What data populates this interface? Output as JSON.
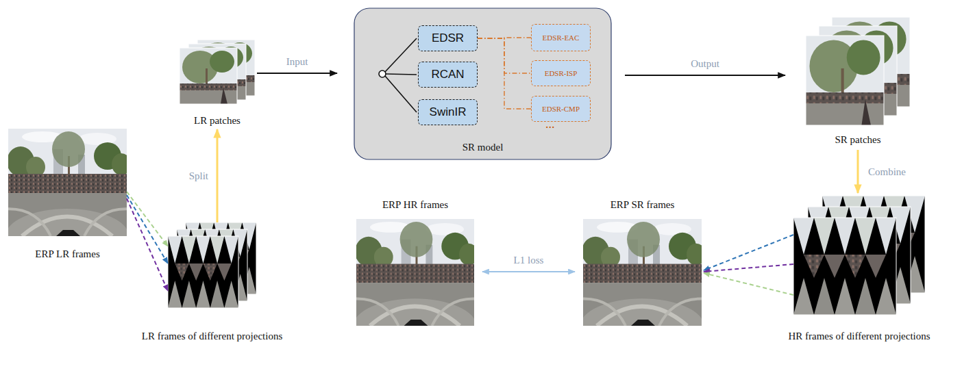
{
  "diagram": {
    "nodes": [
      {
        "text": [
          "ERP LR frames"
        ]
      },
      {
        "text": [
          "LR frames of different projections"
        ]
      },
      {
        "text": [
          "LR patches"
        ]
      },
      {
        "text": [
          "SR model"
        ]
      },
      {
        "text": [
          "EDSR"
        ],
        "in": 3
      },
      {
        "text": [
          "RCAN"
        ],
        "in": 3
      },
      {
        "text": [
          "SwinIR"
        ],
        "in": 3
      },
      {
        "text": [
          "EDSR-EAC"
        ],
        "in": 3
      },
      {
        "text": [
          "EDSR-ISP"
        ],
        "in": 3
      },
      {
        "text": [
          "EDSR-CMP"
        ],
        "in": 3
      },
      {
        "text": [
          "SR patches"
        ]
      },
      {
        "text": [
          "HR frames of different projections"
        ]
      },
      {
        "text": [
          "ERP SR frames"
        ]
      },
      {
        "text": [
          "ERP HR frames"
        ]
      }
    ],
    "edges": [
      {
        "from": 0,
        "to": 1,
        "arrow": "to"
      },
      {
        "from": 0,
        "to": 1,
        "arrow": "to"
      },
      {
        "from": 0,
        "to": 1,
        "arrow": "to"
      },
      {
        "from": 1,
        "to": 2,
        "label": "Split",
        "arrow": "to"
      },
      {
        "from": 2,
        "to": 3,
        "label": "Input",
        "arrow": "to"
      },
      {
        "from": 4,
        "to": 7,
        "arrow": "none"
      },
      {
        "from": 4,
        "to": 8,
        "arrow": "none"
      },
      {
        "from": 4,
        "to": 9,
        "arrow": "none"
      },
      {
        "from": 3,
        "to": 10,
        "label": "Output",
        "arrow": "to"
      },
      {
        "from": 10,
        "to": 11,
        "label": "Combine",
        "arrow": "to"
      },
      {
        "from": 11,
        "to": 12,
        "arrow": "to"
      },
      {
        "from": 11,
        "to": 12,
        "arrow": "to"
      },
      {
        "from": 11,
        "to": 12,
        "arrow": "to"
      },
      {
        "from": 13,
        "to": 12,
        "label": "L1 loss",
        "arrow": "both"
      }
    ],
    "labels": [
      "..."
    ]
  }
}
